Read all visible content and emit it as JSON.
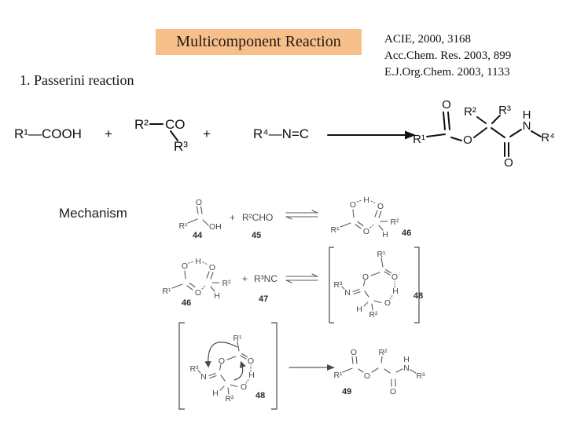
{
  "slide": {
    "title": "Multicomponent Reaction",
    "references": [
      "ACIE, 2000, 3168",
      "Acc.Chem. Res. 2003, 899",
      "E.J.Org.Chem. 2003, 1133"
    ],
    "heading": "1. Passerini reaction",
    "mechanism_label": "Mechanism"
  },
  "colors": {
    "title_bg": "#f7c08b",
    "main_ink": "#111111",
    "mech_ink": "#4a4a4a",
    "number_ink": "#2b2b2b"
  },
  "reaction": {
    "acid": "R¹—COOH",
    "plus": "+",
    "ketone": {
      "r2": "R²",
      "co": "CO",
      "r3": "R³"
    },
    "isocyanide": "R⁴—N=C",
    "product": {
      "r1": "R¹",
      "o_carbonyl": "O",
      "o_ester": "O",
      "r2": "R²",
      "r3": "R³",
      "h": "H",
      "n": "N",
      "o_amide": "O",
      "r4": "R⁴"
    }
  },
  "mechanism": {
    "plus": "+",
    "c44": {
      "number": "44",
      "o": "O",
      "r1": "R¹",
      "oh": "OH"
    },
    "c45": {
      "number": "45",
      "formula": "R²CHO"
    },
    "c46": {
      "number": "46",
      "o_acid": "O",
      "h_bridge": "H",
      "o_aldehyde": "O",
      "r1": "R¹",
      "o_carbonyl": "O",
      "r2": "R²",
      "h_aldehyde": "H"
    },
    "c47": {
      "number": "47",
      "formula": "R³NC"
    },
    "c48": {
      "number": "48",
      "r1": "R¹",
      "o_carbonyl": "O",
      "o_ester": "O",
      "r3": "R³",
      "n": "N",
      "h_methine": "H",
      "o_hydroxyl": "O",
      "h_bridge": "H",
      "r2": "R²"
    },
    "c49": {
      "number": "49",
      "r1": "R¹",
      "o_carbonyl": "O",
      "o_ester": "O",
      "r2": "R²",
      "o_amide": "O",
      "h": "H",
      "n": "N",
      "r3": "R³"
    }
  }
}
